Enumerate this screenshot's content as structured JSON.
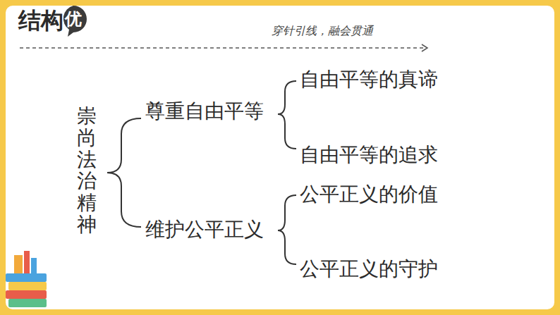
{
  "diagram": {
    "labels": [
      "结构",
      "优",
      "穿针引线，融会贯通",
      "崇尚法治精神",
      "尊重自由平等",
      "维护公平正义",
      "自由平等的真谛",
      "自由平等的追求",
      "公平正义的价值",
      "公平正义的守护"
    ]
  }
}
